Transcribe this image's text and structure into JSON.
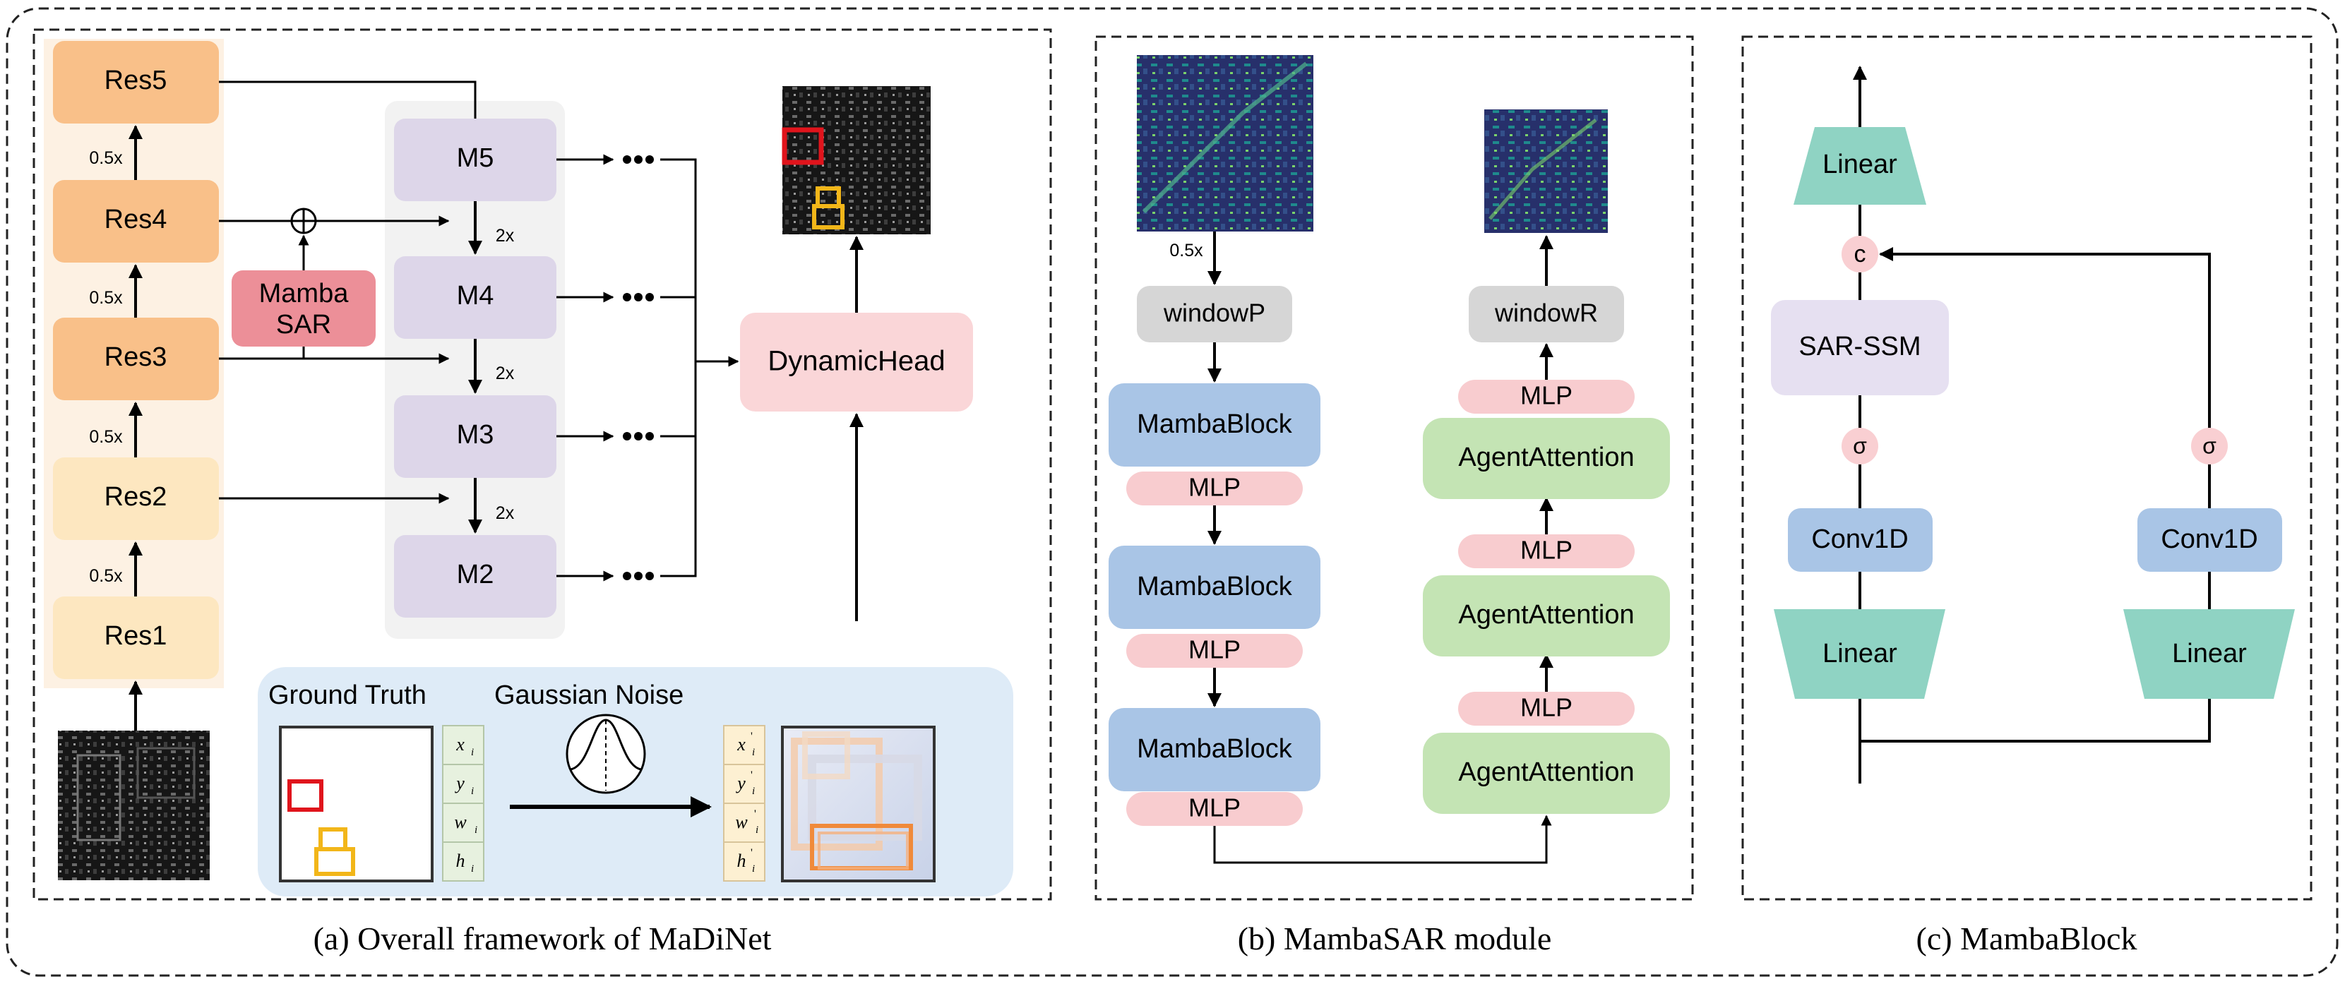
{
  "panel_a": {
    "caption": "(a) Overall framework of MaDiNet",
    "backbone": [
      "Res5",
      "Res4",
      "Res3",
      "Res2",
      "Res1"
    ],
    "downsample_label": "0.5x",
    "mamba_sar": [
      "Mamba",
      "SAR"
    ],
    "pyramid": [
      "M5",
      "M4",
      "M3",
      "M2"
    ],
    "upsample_label": "2x",
    "head": "DynamicHead",
    "ground_truth": "Ground Truth",
    "gaussian_noise": "Gaussian Noise",
    "gt_coords": [
      "x",
      "y",
      "w",
      "h"
    ],
    "coord_subscript": "i",
    "noisy_prime": "'"
  },
  "panel_b": {
    "caption": "(b) MambaSAR module",
    "scale_label": "0.5x",
    "window_p": "windowP",
    "window_r": "windowR",
    "mamba_block": "MambaBlock",
    "mlp": "MLP",
    "agent_attention": "AgentAttention"
  },
  "panel_c": {
    "caption": "(c)  MambaBlock",
    "linear": "Linear",
    "concat": "c",
    "sar_ssm": "SAR-SSM",
    "sigma": "σ",
    "conv1d": "Conv1D"
  },
  "colors": {
    "res_high": "#f9c089",
    "res_low": "#fde7c0",
    "pyramid": "#ddd6e9",
    "mamba_sar": "#ec8f98",
    "dynamic_head": "#fad6d8",
    "mamba_block": "#a9c5e6",
    "mlp": "#f8cccf",
    "agent": "#c4e4b4",
    "window": "#d6d6d6",
    "linear": "#8fd3c3",
    "sar_ssm": "#e6e0f1",
    "circle": "#f9cfd2",
    "conv": "#a9c5e6",
    "gt_red": "#e0141c",
    "gt_yellow": "#f2b619",
    "noisy_orange": "#f08a3a"
  }
}
